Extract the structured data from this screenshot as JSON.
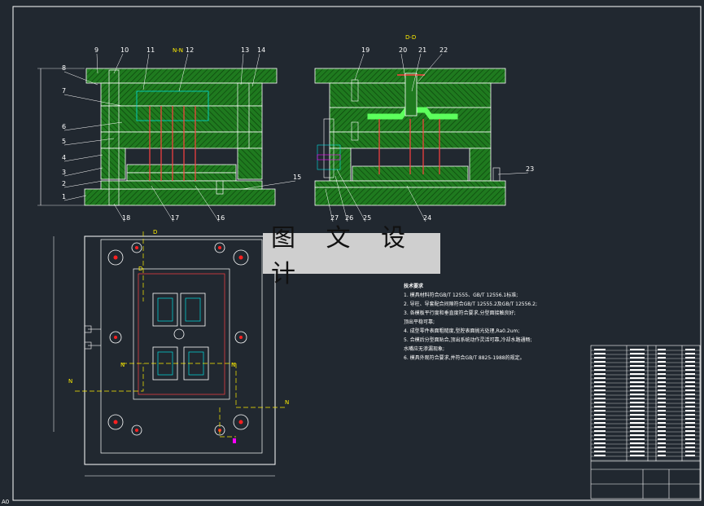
{
  "title_overlay": "图 文 设 计",
  "section_labels": {
    "left_view": "N-N",
    "right_view": "D-D",
    "plan_marks": [
      "D",
      "D",
      "N",
      "N",
      "N",
      "N"
    ]
  },
  "part_numbers": {
    "left_top": [
      "9",
      "10",
      "11",
      "12",
      "13",
      "14"
    ],
    "left_side": [
      "8",
      "7",
      "6",
      "5",
      "4",
      "3",
      "2",
      "1"
    ],
    "left_bottom": [
      "18",
      "17",
      "16",
      "15"
    ],
    "right_top": [
      "19",
      "20",
      "21",
      "22"
    ],
    "right_side": [
      "23"
    ],
    "right_bottom": [
      "27",
      "26",
      "25",
      "24"
    ]
  },
  "technical_notes": {
    "heading": "技术要求",
    "items": [
      "1. 模具材料符合GB/T 12555、GB/T 12556.1标准;",
      "2. 导柱、导套配合间隙符合GB/T 12555.2及GB/T 12556.2;",
      "3. 各模板平行度和垂直度符合要求,分型面接触良好;",
      "   顶出平稳可靠;",
      "4. 成型零件表面粗糙度,型腔表面抛光处理,Ra0.2um;",
      "5. 合模后分型面贴合,顶出系统动作灵活可靠,冷却水路通畅;",
      "   水嘴应无渗漏现象;",
      "6. 模具外观符合要求,并符合GB/T 8825-1988的规定。"
    ]
  },
  "colors": {
    "background": "#212830",
    "plate_fill": "#1f7a1f",
    "hatch": "#0a3d0a",
    "outline": "#ffffff",
    "center_line": "#ffee00",
    "accent_red": "#ff2020",
    "accent_magenta": "#ff00ff",
    "accent_cyan": "#00e0e0",
    "overlay_bg": "#cfcfcf"
  },
  "corner_mark": "A0"
}
